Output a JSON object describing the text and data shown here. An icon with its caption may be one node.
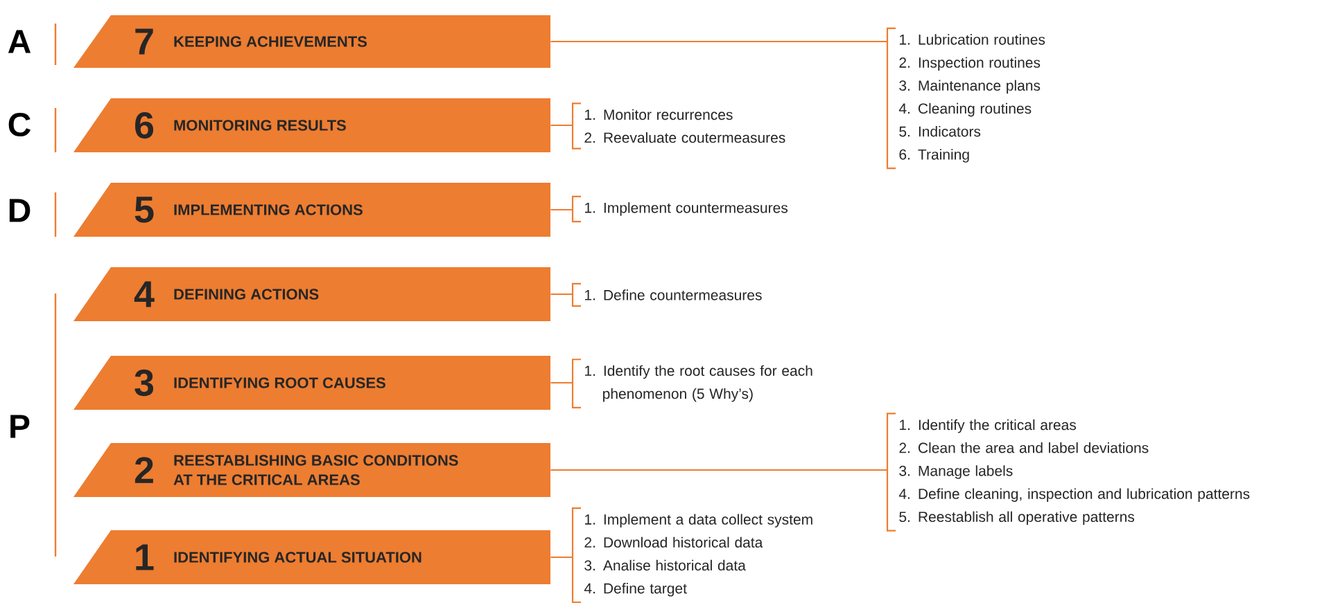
{
  "diagram": {
    "nodes": [
      {
        "text": [
          "7",
          "KEEPING ACHIEVEMENTS"
        ]
      },
      {
        "text": [
          "1. Lubrication routines",
          "2. Inspection routines",
          "3. Maintenance plans",
          "4. Cleaning routines",
          "5. Indicators",
          "6. Training"
        ]
      },
      {
        "text": [
          "6",
          "MONITORING RESULTS"
        ]
      },
      {
        "text": [
          "1. Monitor recurrences",
          "2. Reevaluate coutermeasures"
        ]
      },
      {
        "text": [
          "5",
          "IMPLEMENTING ACTIONS"
        ]
      },
      {
        "text": [
          "1. Implement countermeasures"
        ]
      },
      {
        "text": [
          "4",
          "DEFINING ACTIONS"
        ]
      },
      {
        "text": [
          "1. Define countermeasures"
        ]
      },
      {
        "text": [
          "3",
          "IDENTIFYING ROOT CAUSES"
        ]
      },
      {
        "text": [
          "1. Identify the root causes for each phenomenon (5 Why’s)"
        ]
      },
      {
        "text": [
          "2",
          "REESTABLISHING BASIC CONDITIONS AT THE CRITICAL AREAS"
        ]
      },
      {
        "text": [
          "1. Identify the critical areas",
          "2. Clean the area and label deviations",
          "3. Manage labels",
          "4. Define cleaning, inspection and lubrication patterns",
          "5. Reestablish all operative patterns"
        ]
      },
      {
        "text": [
          "1",
          "IDENTIFYING ACTUAL SITUATION"
        ]
      },
      {
        "text": [
          "1. Implement a data collect system",
          "2. Download historical data",
          "3. Analise historical data",
          "4. Define target"
        ]
      }
    ],
    "edges": [
      {
        "from": 0,
        "to": 1,
        "arrow": "none"
      },
      {
        "from": 2,
        "to": 3,
        "arrow": "none"
      },
      {
        "from": 4,
        "to": 5,
        "arrow": "none"
      },
      {
        "from": 6,
        "to": 7,
        "arrow": "none"
      },
      {
        "from": 8,
        "to": 9,
        "arrow": "none"
      },
      {
        "from": 10,
        "to": 11,
        "arrow": "none"
      },
      {
        "from": 12,
        "to": 13,
        "arrow": "none"
      }
    ],
    "labels": [
      "A",
      "C",
      "D",
      "P"
    ]
  }
}
